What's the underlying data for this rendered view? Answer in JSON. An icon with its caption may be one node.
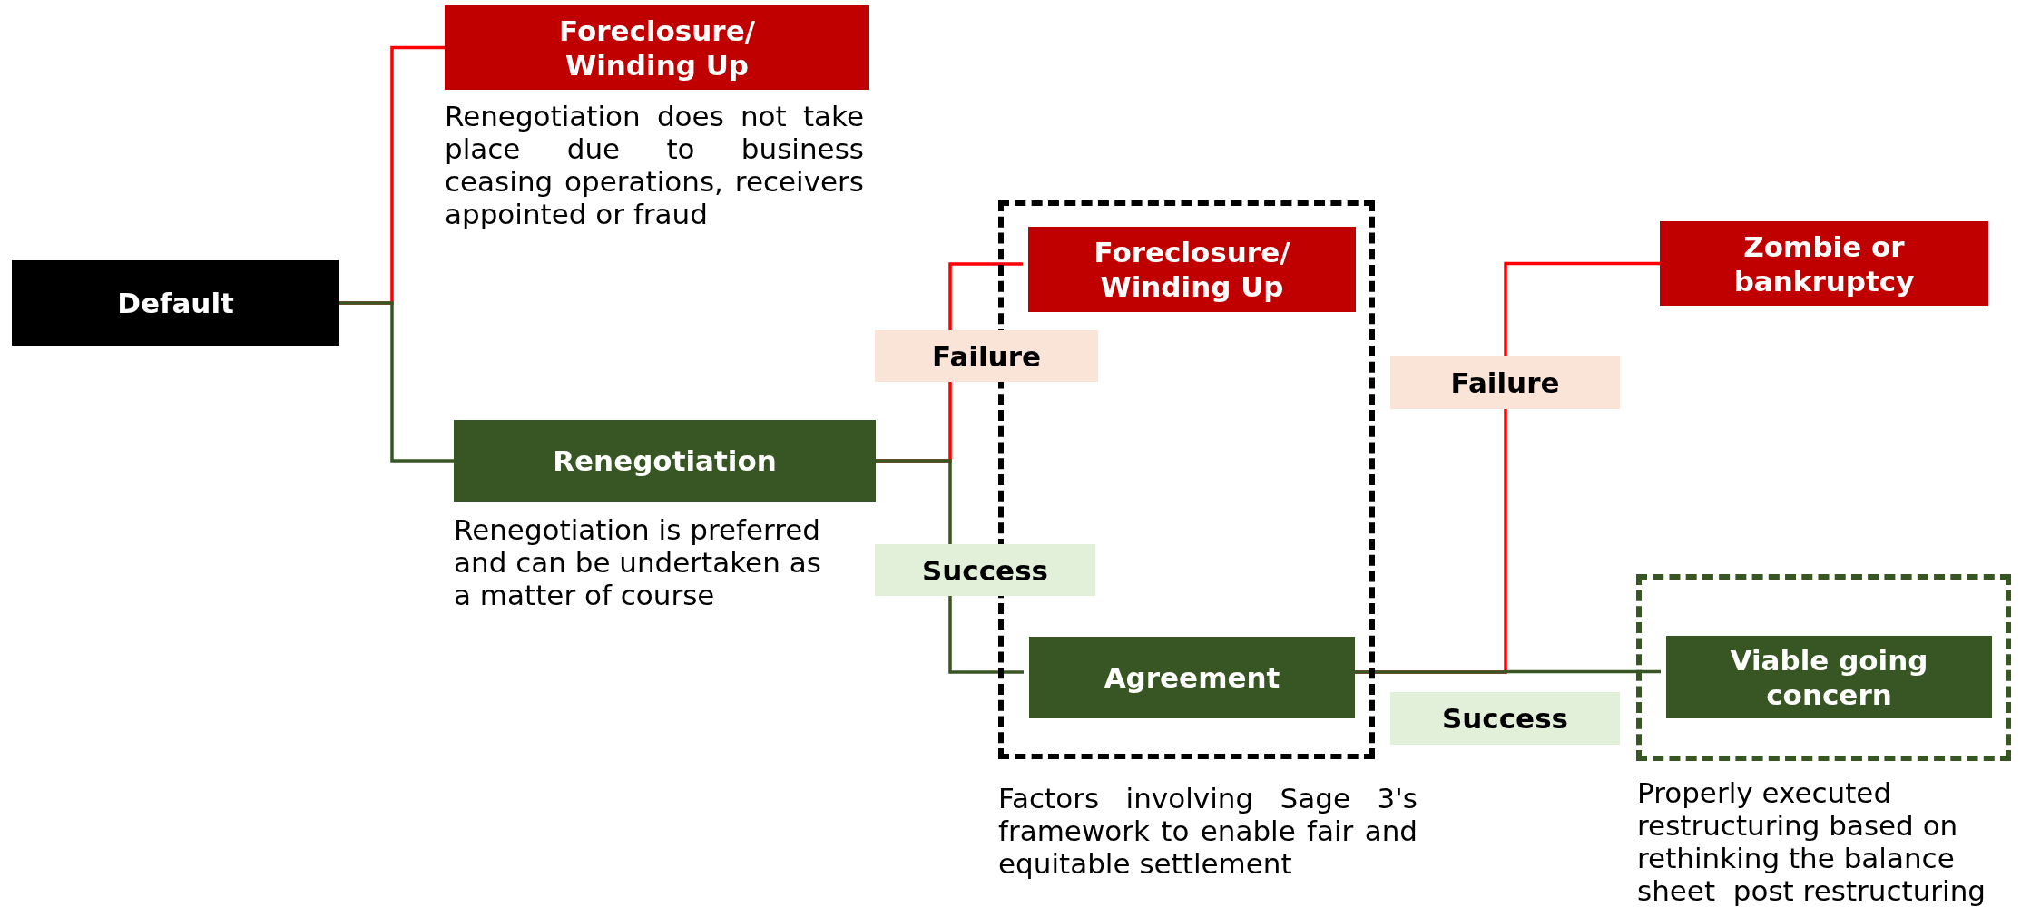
{
  "diagram": {
    "nodes": [
      {
        "text": [
          "Default"
        ]
      },
      {
        "text": [
          "Foreclosure/ Winding Up"
        ],
        "beside": [
          "Renegotiation does not take place due to business ceasing operations, receivers appointed or fraud"
        ]
      },
      {
        "text": [
          "Renegotiation"
        ],
        "beside": [
          "Renegotiation is preferred and can be undertaken as a matter of course"
        ]
      },
      {
        "text": [],
        "shape": "box",
        "beside": [
          "Factors involving Sage 3's framework to enable fair and equitable settlement"
        ]
      },
      {
        "text": [
          "Foreclosure/ Winding Up"
        ],
        "in": 3
      },
      {
        "text": [
          "Agreement"
        ],
        "in": 3
      },
      {
        "text": [
          "Zombie or bankruptcy"
        ]
      },
      {
        "text": [],
        "shape": "box",
        "beside": [
          "Properly executed restructuring based on rethinking the balance sheet  post restructuring"
        ]
      },
      {
        "text": [
          "Viable going concern"
        ],
        "in": 7
      }
    ],
    "edges": [
      {
        "from": 0,
        "to": 1,
        "arrow": "none",
        "color": "#ff0000"
      },
      {
        "from": 0,
        "to": 2,
        "arrow": "none",
        "color": "#375623"
      },
      {
        "from": 2,
        "to": 4,
        "arrow": "none",
        "color": "#ff0000",
        "label": "Failure"
      },
      {
        "from": 2,
        "to": 5,
        "arrow": "none",
        "color": "#375623",
        "label": "Success"
      },
      {
        "from": 5,
        "to": 6,
        "arrow": "none",
        "color": "#ff0000",
        "label": "Failure"
      },
      {
        "from": 5,
        "to": 8,
        "arrow": "none",
        "color": "#375623",
        "label": "Success"
      }
    ]
  }
}
